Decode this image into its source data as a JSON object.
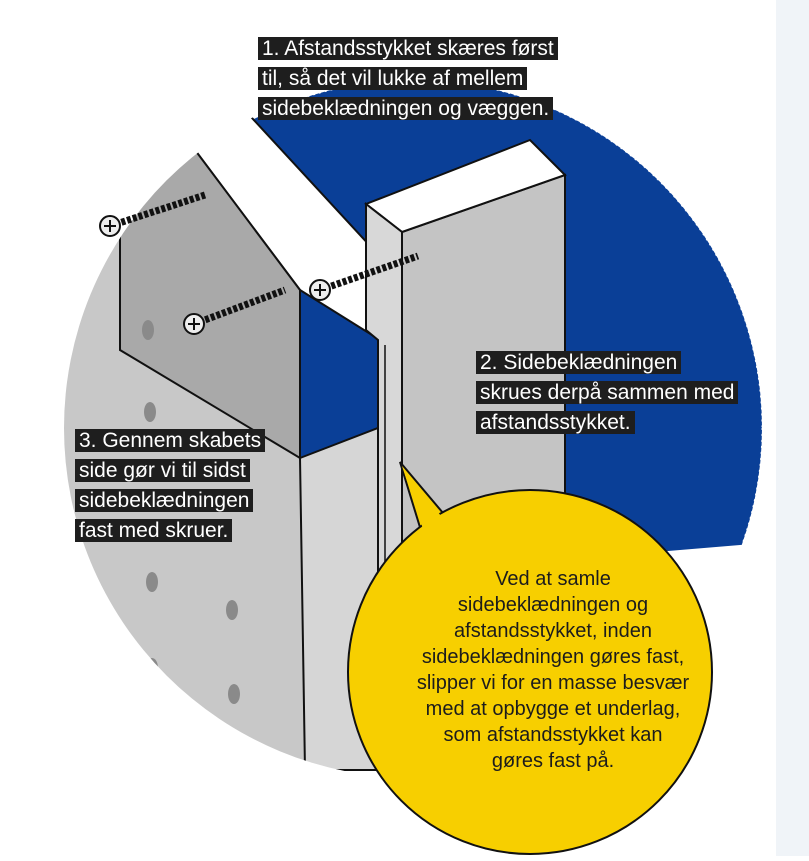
{
  "colors": {
    "background": "#ffffff",
    "side_strip": "#f0f4f8",
    "wall_blue": "#0a3f97",
    "panel_gray": "#c4c4c4",
    "panel_light": "#d2d2d2",
    "spacer_white": "#ffffff",
    "outline": "#111111",
    "bubble_yellow": "#f7cf00",
    "label_bg": "#1e1e1e",
    "label_text": "#ffffff"
  },
  "icons": [
    "screw-icon",
    "screw-icon",
    "screw-icon"
  ],
  "callouts": [
    "1. Afstandsstykket skæres først\ntil, så det vil lukke af mellem\nsidebeklædningen og væggen.",
    "2. Sidebeklædningen\nskrues derpå sammen med\nafstandsstykket.",
    "3. Gennem skabets\nside gør vi til sidst\nsidebeklædningen\nfast med skruer."
  ],
  "bubble_text": "Ved at samle\nsidebeklædningen og\nafstandsstykket, inden\nsidebeklædningen gøres fast,\nslipper vi for en masse besvær\nmed at opbygge et underlag,\nsom afstandsstykket kan\ngøres fast på."
}
